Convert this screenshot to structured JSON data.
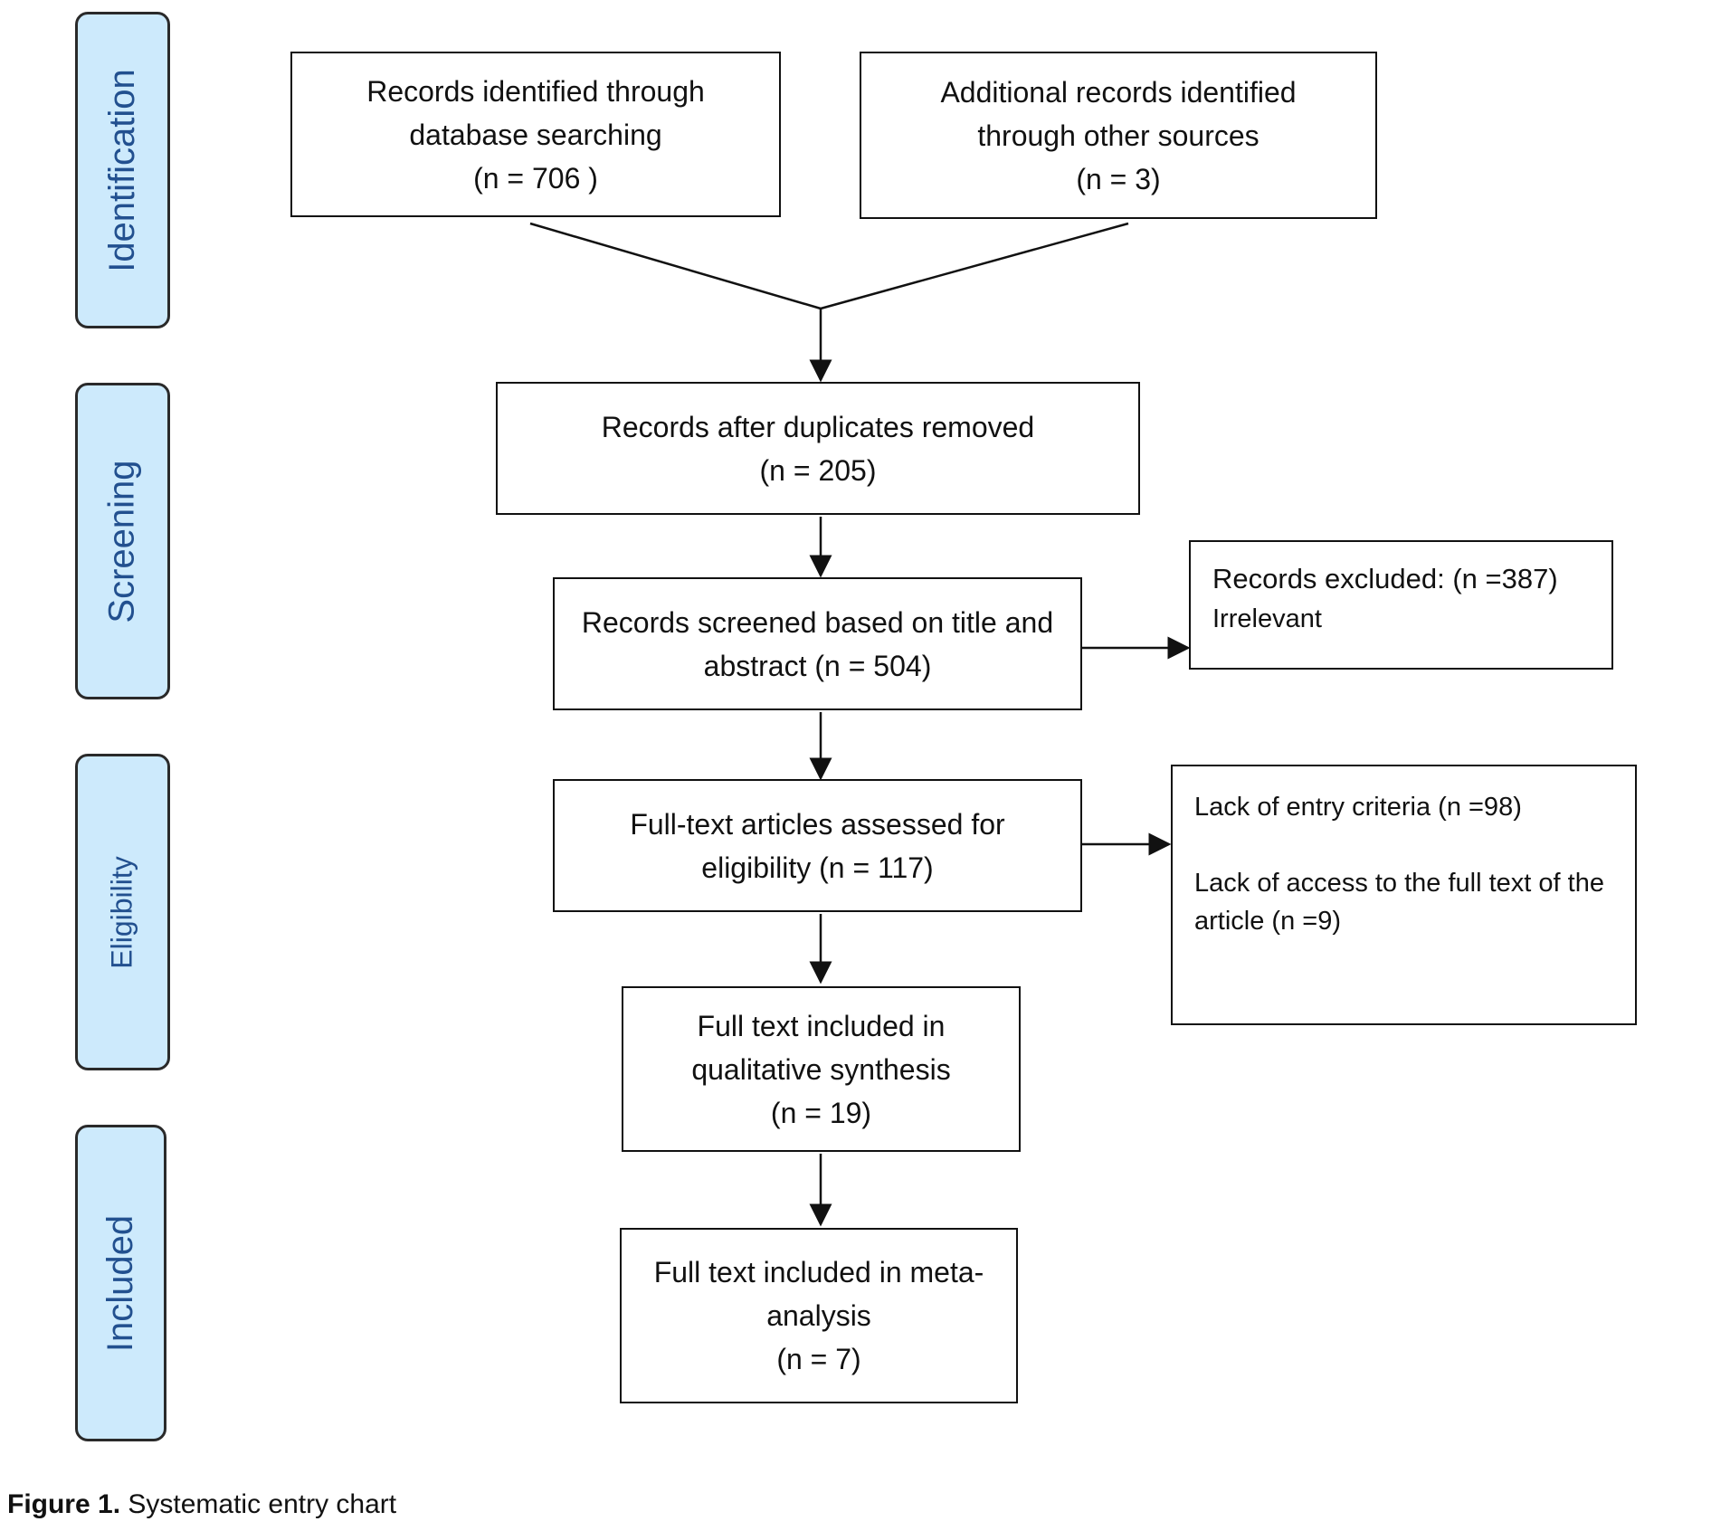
{
  "phases": [
    {
      "label": "Identification"
    },
    {
      "label": "Screening"
    },
    {
      "label": "Eligibility"
    },
    {
      "label": "Included"
    }
  ],
  "boxes": {
    "database_search": {
      "lines": [
        "Records identified through",
        "database searching",
        "(n =  706 )"
      ]
    },
    "other_sources": {
      "lines": [
        "Additional records identified",
        "through other sources",
        "(n = 3)"
      ]
    },
    "duplicates_removed": {
      "lines": [
        "Records after duplicates removed",
        "(n = 205)"
      ]
    },
    "screened": {
      "lines": [
        "Records screened based on title and",
        "abstract (n = 504)"
      ]
    },
    "excluded": {
      "lines": [
        "Records excluded: (n =387)",
        "Irrelevant"
      ]
    },
    "fulltext_assessed": {
      "lines": [
        "Full-text articles assessed for",
        "eligibility (n = 117)"
      ]
    },
    "fulltext_excluded": {
      "lines": [
        "Lack of entry criteria (n =98)",
        "Lack of access to the full text of the",
        "article (n =9)"
      ]
    },
    "qualitative": {
      "lines": [
        "Full text included in",
        "qualitative synthesis",
        "(n = 19)"
      ]
    },
    "meta_analysis": {
      "lines": [
        "Full text included in meta-",
        "analysis",
        "(n = 7)"
      ]
    }
  },
  "caption": {
    "label": "Figure 1.",
    "text": " Systematic entry chart"
  },
  "colors": {
    "phase_fill": "#cdeafc",
    "phase_text": "#22508f",
    "border": "#111111"
  }
}
